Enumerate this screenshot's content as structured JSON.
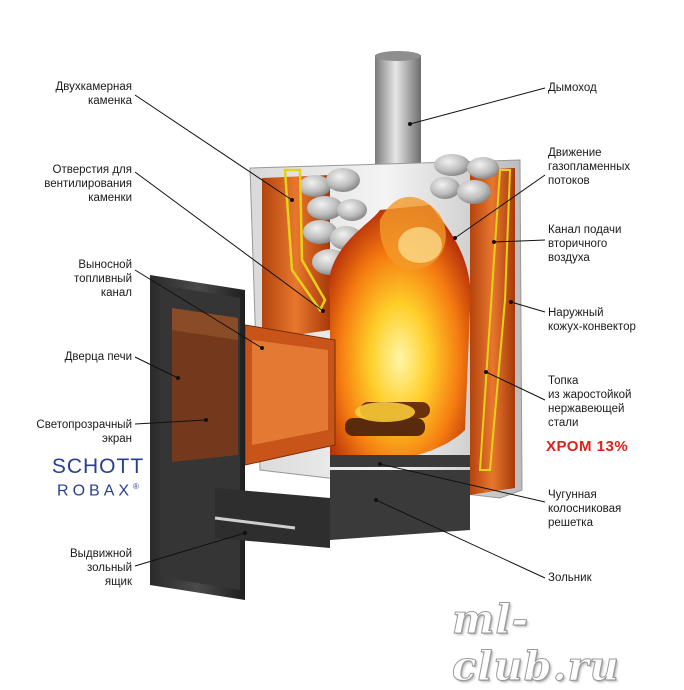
{
  "labels_left": [
    {
      "id": "dual-chamber",
      "text": "Двухкамерная\nкаменка"
    },
    {
      "id": "vent-holes",
      "text": "Отверстия для\nвентилирования\nкаменки"
    },
    {
      "id": "remote-channel",
      "text": "Выносной\nтопливный\nканал"
    },
    {
      "id": "door",
      "text": "Дверца печи"
    },
    {
      "id": "screen",
      "text": "Светопрозрачный\nэкран"
    },
    {
      "id": "ash-drawer",
      "text": "Выдвижной\nзольный\nящик"
    }
  ],
  "labels_right": [
    {
      "id": "chimney",
      "text": "Дымоход"
    },
    {
      "id": "gas-flow",
      "text": "Движение\nгазопламенных\nпотоков"
    },
    {
      "id": "secondary-air",
      "text": "Канал подачи\nвторичного\nвоздуха"
    },
    {
      "id": "outer-casing",
      "text": "Наружный\nкожух-конвектор"
    },
    {
      "id": "firebox",
      "text": "Топка\nиз жаростойкой\nнержавеющей\nстали"
    },
    {
      "id": "grate",
      "text": "Чугунная\nколосниковая\nрешетка"
    },
    {
      "id": "ash-pit",
      "text": "Зольник"
    }
  ],
  "steel_grade": "ХРОМ 13%",
  "brand": {
    "line1": "SCHOTT",
    "line2": "ROBAX",
    "mark": "®"
  },
  "watermark": "ml-club.ru"
}
